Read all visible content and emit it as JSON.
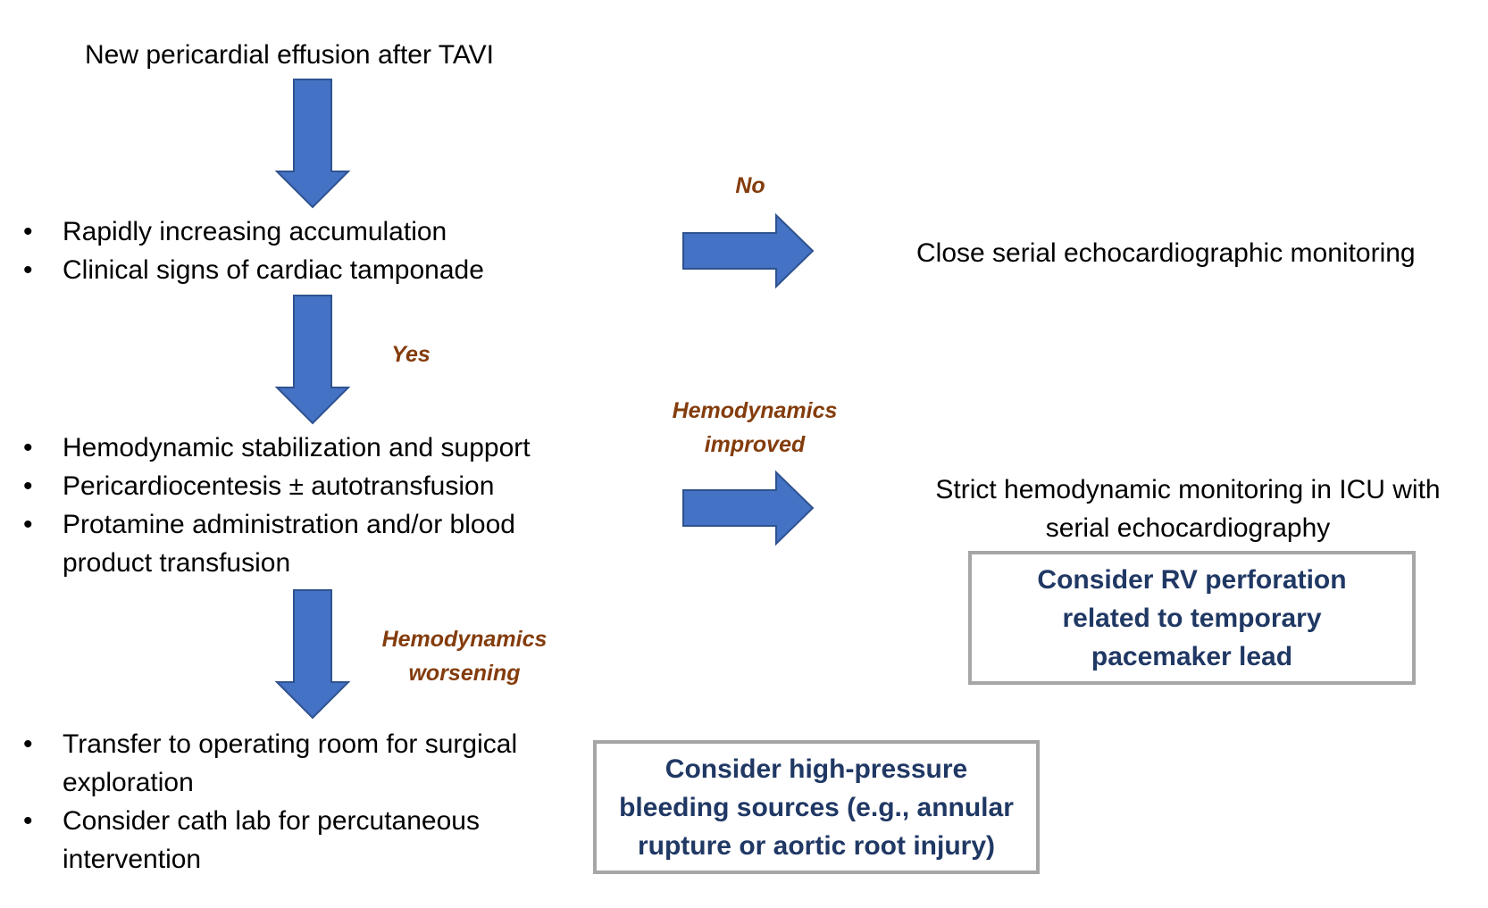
{
  "colors": {
    "arrow_fill": "#4472c4",
    "arrow_stroke": "#2f528f",
    "decision_label": "#843c0c",
    "box_text": "#203864",
    "box_border": "#a6a6a6"
  },
  "icons": [
    "arrow-down-icon",
    "arrow-right-icon"
  ],
  "start": {
    "text": "New pericardial effusion after TAVI"
  },
  "step1": {
    "bullets": [
      "Rapidly increasing accumulation",
      "Clinical signs of cardiac tamponade"
    ]
  },
  "step2": {
    "bullets": [
      "Hemodynamic stabilization and support",
      "Pericardiocentesis ± autotransfusion",
      "Protamine administration and/or blood product transfusion"
    ]
  },
  "step3": {
    "bullets": [
      "Transfer to operating room for surgical exploration",
      "Consider cath lab for percutaneous intervention"
    ]
  },
  "labels": {
    "no": "No",
    "yes": "Yes",
    "improved_1": "Hemodynamics",
    "improved_2": "improved",
    "worsening_1": "Hemodynamics",
    "worsening_2": "worsening"
  },
  "outcomes": {
    "monitoring": "Close serial echocardiographic monitoring",
    "icu_1": "Strict hemodynamic monitoring in ICU with",
    "icu_2": "serial echocardiography"
  },
  "boxes": {
    "rv_perforation": "Consider RV perforation related to temporary pacemaker lead",
    "high_pressure": "Consider high-pressure bleeding sources (e.g., annular rupture or aortic root injury)"
  }
}
